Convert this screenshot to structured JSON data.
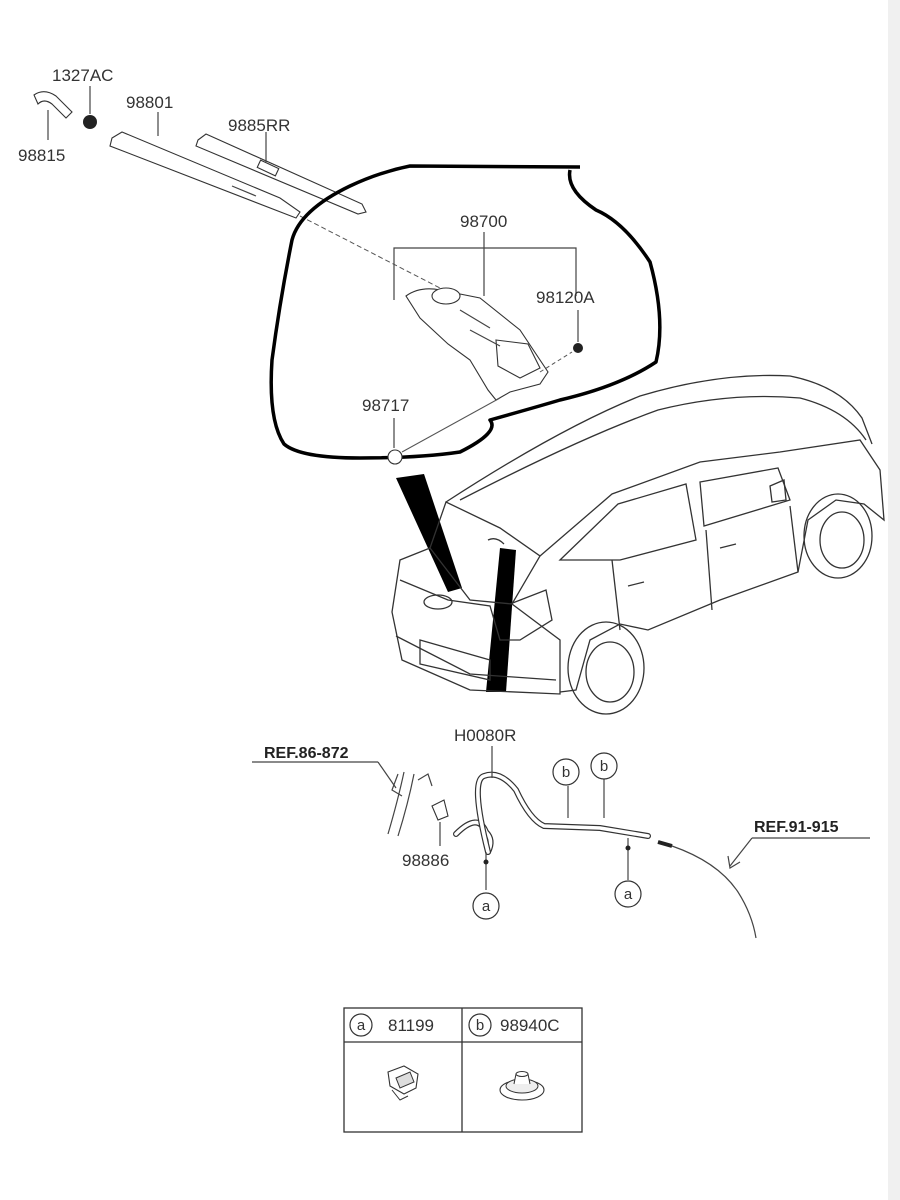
{
  "labels": {
    "nut": "1327AC",
    "arm": "98801",
    "blade": "9885RR",
    "cap": "98815",
    "motor_assy": "98700",
    "screw": "98120A",
    "grommet": "98717",
    "hose": "H0080R",
    "nozzle": "98886",
    "ref_left": "REF.86-872",
    "ref_right": "REF.91-915"
  },
  "markers": {
    "a": "a",
    "b": "b"
  },
  "legend": {
    "items": [
      {
        "marker": "a",
        "code": "81199"
      },
      {
        "marker": "b",
        "code": "98940C"
      }
    ]
  },
  "colors": {
    "line": "#333333",
    "outline": "#000000",
    "background": "#ffffff"
  }
}
